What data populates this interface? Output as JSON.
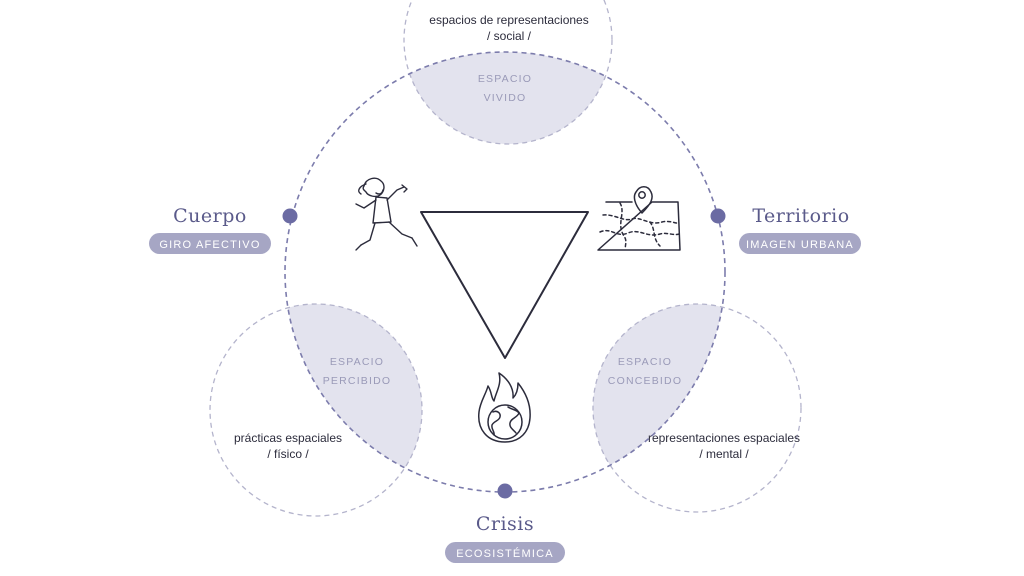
{
  "nodes": {
    "cuerpo": {
      "title": "Cuerpo",
      "tag": "GIRO AFECTIVO"
    },
    "territorio": {
      "title": "Territorio",
      "tag": "IMAGEN URBANA"
    },
    "crisis": {
      "title": "Crisis",
      "tag": "ECOSISTÉMICA"
    }
  },
  "spaces": {
    "vivido": {
      "label_line1": "ESPACIO",
      "label_line2": "VIVIDO",
      "desc_line1": "espacios de representaciones",
      "desc_line2": "/ social /"
    },
    "percibido": {
      "label_line1": "ESPACIO",
      "label_line2": "PERCIBIDO",
      "desc_line1": "prácticas espaciales",
      "desc_line2": "/  físico /"
    },
    "concebido": {
      "label_line1": "ESPACIO",
      "label_line2": "CONCEBIDO",
      "desc_line1": "representaciones espaciales",
      "desc_line2": "/ mental /"
    }
  },
  "icons": {
    "person": "dancing-person-icon",
    "map": "map-pin-icon",
    "globe": "burning-globe-icon"
  },
  "colors": {
    "accent": "#6b6ba3",
    "pill": "#a6a6c4",
    "shade": "#e3e3ee",
    "dash": "#8c8cb4",
    "dash_light": "#b4b4cc",
    "ink": "#2c2c3c"
  }
}
